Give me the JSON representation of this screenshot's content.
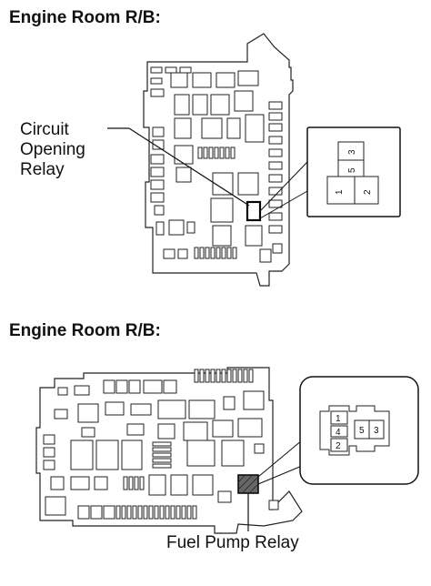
{
  "diagram1": {
    "title": "Engine Room R/B:",
    "callout_lines": [
      "Circuit",
      "Opening",
      "Relay"
    ],
    "pins": [
      "1",
      "2",
      "5",
      "3"
    ]
  },
  "diagram2": {
    "title": "Engine Room R/B:",
    "callout": "Fuel Pump Relay",
    "pins": [
      "1",
      "4",
      "2",
      "5",
      "3"
    ]
  }
}
